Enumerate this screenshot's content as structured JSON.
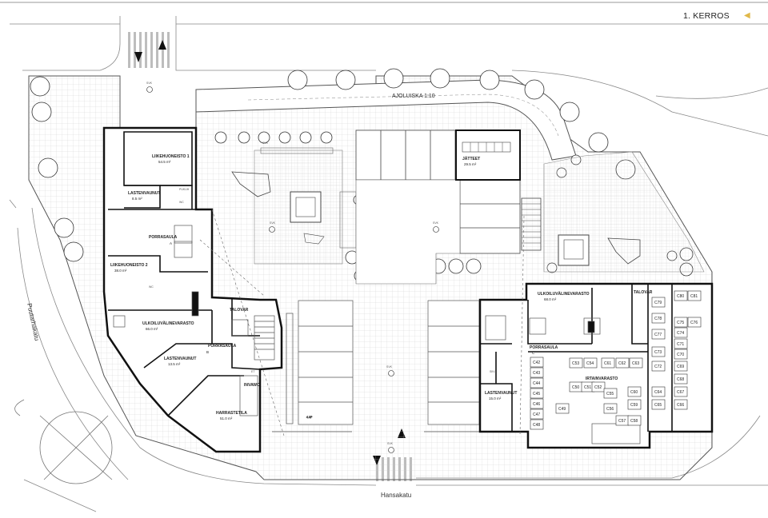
{
  "header": {
    "floor_title": "1. KERROS",
    "marker_glyph": "◀",
    "marker_color": "#e0b84a"
  },
  "streets": {
    "west": "Puutarhakatu",
    "south": "Hansakatu"
  },
  "ramp_label": "AJOLUISKA 1:10",
  "rooms": [
    {
      "id": "liikehuoneisto-1",
      "name": "LIIKEHUONEISTO 1",
      "area": "54.5 m²"
    },
    {
      "id": "lastenvaunut-1",
      "name": "LASTENVAUNUT",
      "area": "8.5 m²"
    },
    {
      "id": "porrashuone-a",
      "name": "PORRASAULA",
      "area": "A"
    },
    {
      "id": "liikehuoneisto-2",
      "name": "LIIKEHUONEISTO 2",
      "area": "38.0 m²"
    },
    {
      "id": "ulkoiluvalinevarasto-1",
      "name": "ULKOILUVÄLINEVARASTO",
      "area": "66.0 m²"
    },
    {
      "id": "lastenvaunut-2",
      "name": "LASTENVAUNUT",
      "area": "13.5 m²"
    },
    {
      "id": "harrastetila",
      "name": "HARRASTETILA",
      "area": "51.0 m²"
    },
    {
      "id": "porrashuone-b",
      "name": "PORRASAULA",
      "area": "B"
    },
    {
      "id": "taloveal-1",
      "name": "TALOVAR",
      "area": ""
    },
    {
      "id": "jatteet",
      "name": "JÄTTEET",
      "area": "29.5 m²"
    },
    {
      "id": "ulkoiluvalinevarasto-2",
      "name": "ULKOILUVÄLINEVARASTO",
      "area": "68.0 m²"
    },
    {
      "id": "taloveal-2",
      "name": "TALOVAR",
      "area": ""
    },
    {
      "id": "porrashuone-c",
      "name": "PORRASAULA",
      "area": "C"
    },
    {
      "id": "irtainvarasto",
      "name": "IRTAINVARASTO",
      "area": ""
    },
    {
      "id": "lastenvaunut-3",
      "name": "LASTENVAUNUT",
      "area": "15.0 m²"
    },
    {
      "id": "siiv",
      "name": "SIIV.",
      "area": ""
    },
    {
      "id": "invawc",
      "name": "INVAWC",
      "area": ""
    }
  ],
  "misc_labels": {
    "svk": "SVK",
    "pukuh": "PUKUH",
    "wc": "WC",
    "et": "ET",
    "parking_4": "4 AP"
  },
  "storage_cells": [
    "C42",
    "C43",
    "C44",
    "C45",
    "C46",
    "C47",
    "C48",
    "C49",
    "C50",
    "C51",
    "C52",
    "C53",
    "C54",
    "C55",
    "C56",
    "C57",
    "C58",
    "C59",
    "C60",
    "C61",
    "C62",
    "C63",
    "C64",
    "C65",
    "C66",
    "C67",
    "C68",
    "C69",
    "C70",
    "C71",
    "C72",
    "C73",
    "C74",
    "C75",
    "C76",
    "C77",
    "C78",
    "C79",
    "C80",
    "C81"
  ]
}
